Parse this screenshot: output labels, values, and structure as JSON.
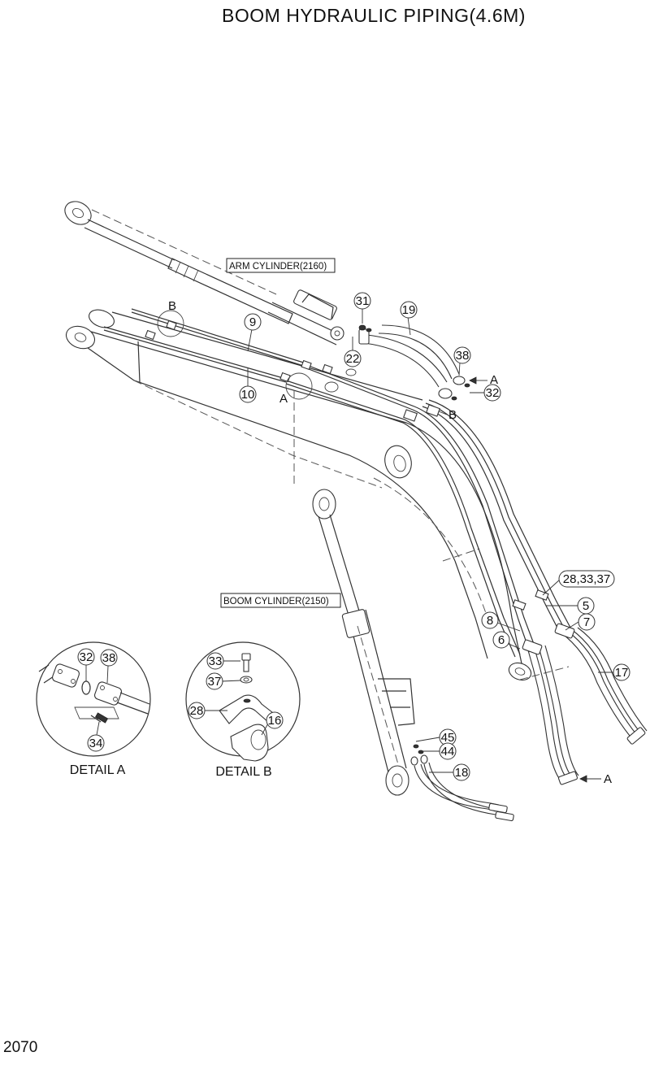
{
  "title": "BOOM HYDRAULIC PIPING(4.6M)",
  "page_number": "2070",
  "component_labels": {
    "arm_cylinder": "ARM CYLINDER(2160)",
    "boom_cylinder": "BOOM CYLINDER(2150)"
  },
  "detail_captions": {
    "detail_a": "DETAIL A",
    "detail_b": "DETAIL B"
  },
  "callouts": {
    "p31": "31",
    "p19": "19",
    "p38": "38",
    "p22": "22",
    "p32": "32",
    "p9": "9",
    "p10": "10",
    "p28_33_37": "28,33,37",
    "p5": "5",
    "p8": "8",
    "p7": "7",
    "p6": "6",
    "p17": "17",
    "p45": "45",
    "p44": "44",
    "p18": "18",
    "da32": "32",
    "da38": "38",
    "da34": "34",
    "db33": "33",
    "db37": "37",
    "db28": "28",
    "db16": "16"
  },
  "reference_letters": {
    "b_top": "B",
    "a_mid": "A",
    "a_right": "A",
    "b_right": "B",
    "a_bottom": "A"
  }
}
